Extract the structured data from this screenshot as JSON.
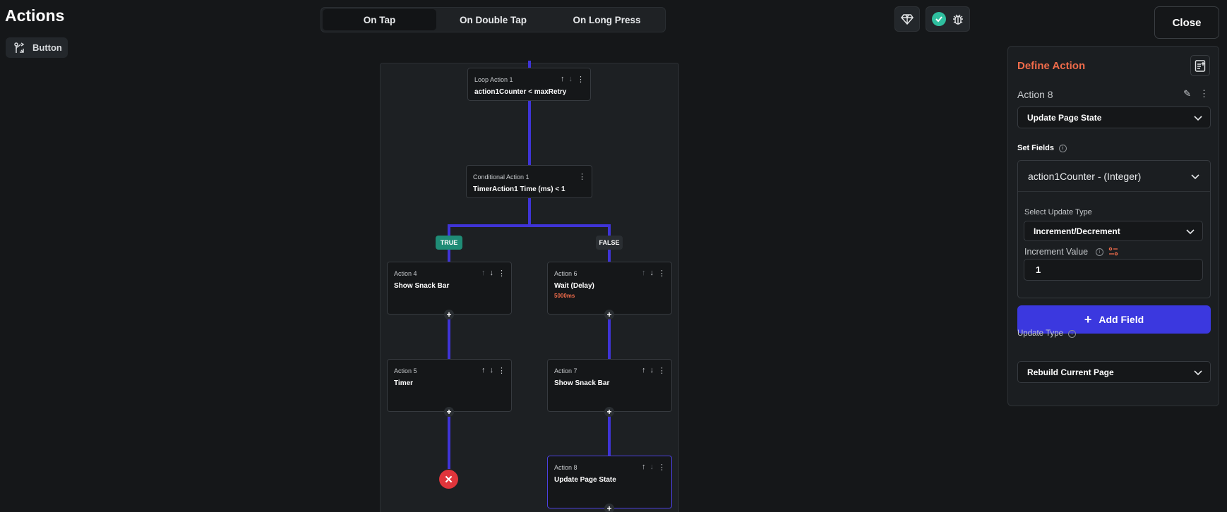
{
  "header": {
    "title": "Actions",
    "chip_label": "Button"
  },
  "tabs": [
    {
      "label": "On Tap",
      "active": true
    },
    {
      "label": "On Double Tap",
      "active": false
    },
    {
      "label": "On Long Press",
      "active": false
    }
  ],
  "toolbar": {
    "close_label": "Close"
  },
  "flow": {
    "loop": {
      "label": "Loop Action 1",
      "condition": "action1Counter < maxRetry"
    },
    "conditional": {
      "label": "Conditional Action 1",
      "condition": "TimerAction1 Time (ms) < 1"
    },
    "true_badge": "TRUE",
    "false_badge": "FALSE",
    "action4": {
      "label": "Action 4",
      "name": "Show Snack Bar"
    },
    "action5": {
      "label": "Action 5",
      "name": "Timer"
    },
    "action6": {
      "label": "Action 6",
      "name": "Wait (Delay)",
      "sub": "5000ms"
    },
    "action7": {
      "label": "Action 7",
      "name": "Show Snack Bar"
    },
    "action8": {
      "label": "Action 8",
      "name": "Update Page State"
    }
  },
  "panel": {
    "title": "Define Action",
    "action_name": "Action 8",
    "action_type": "Update Page State",
    "set_fields_label": "Set Fields",
    "field_name": "action1Counter - (Integer)",
    "select_update_type_label": "Select Update Type",
    "update_type_value": "Increment/Decrement",
    "increment_label": "Increment Value",
    "increment_value": "1",
    "add_field_label": "Add Field",
    "page_update_type_label": "Update Type",
    "page_update_type_value": "Rebuild Current Page"
  },
  "colors": {
    "wire": "#3f34d7",
    "accent": "#ef6b4a",
    "primary_button": "#3b38df",
    "true_badge": "#1f8c76",
    "error": "#e0353b"
  }
}
